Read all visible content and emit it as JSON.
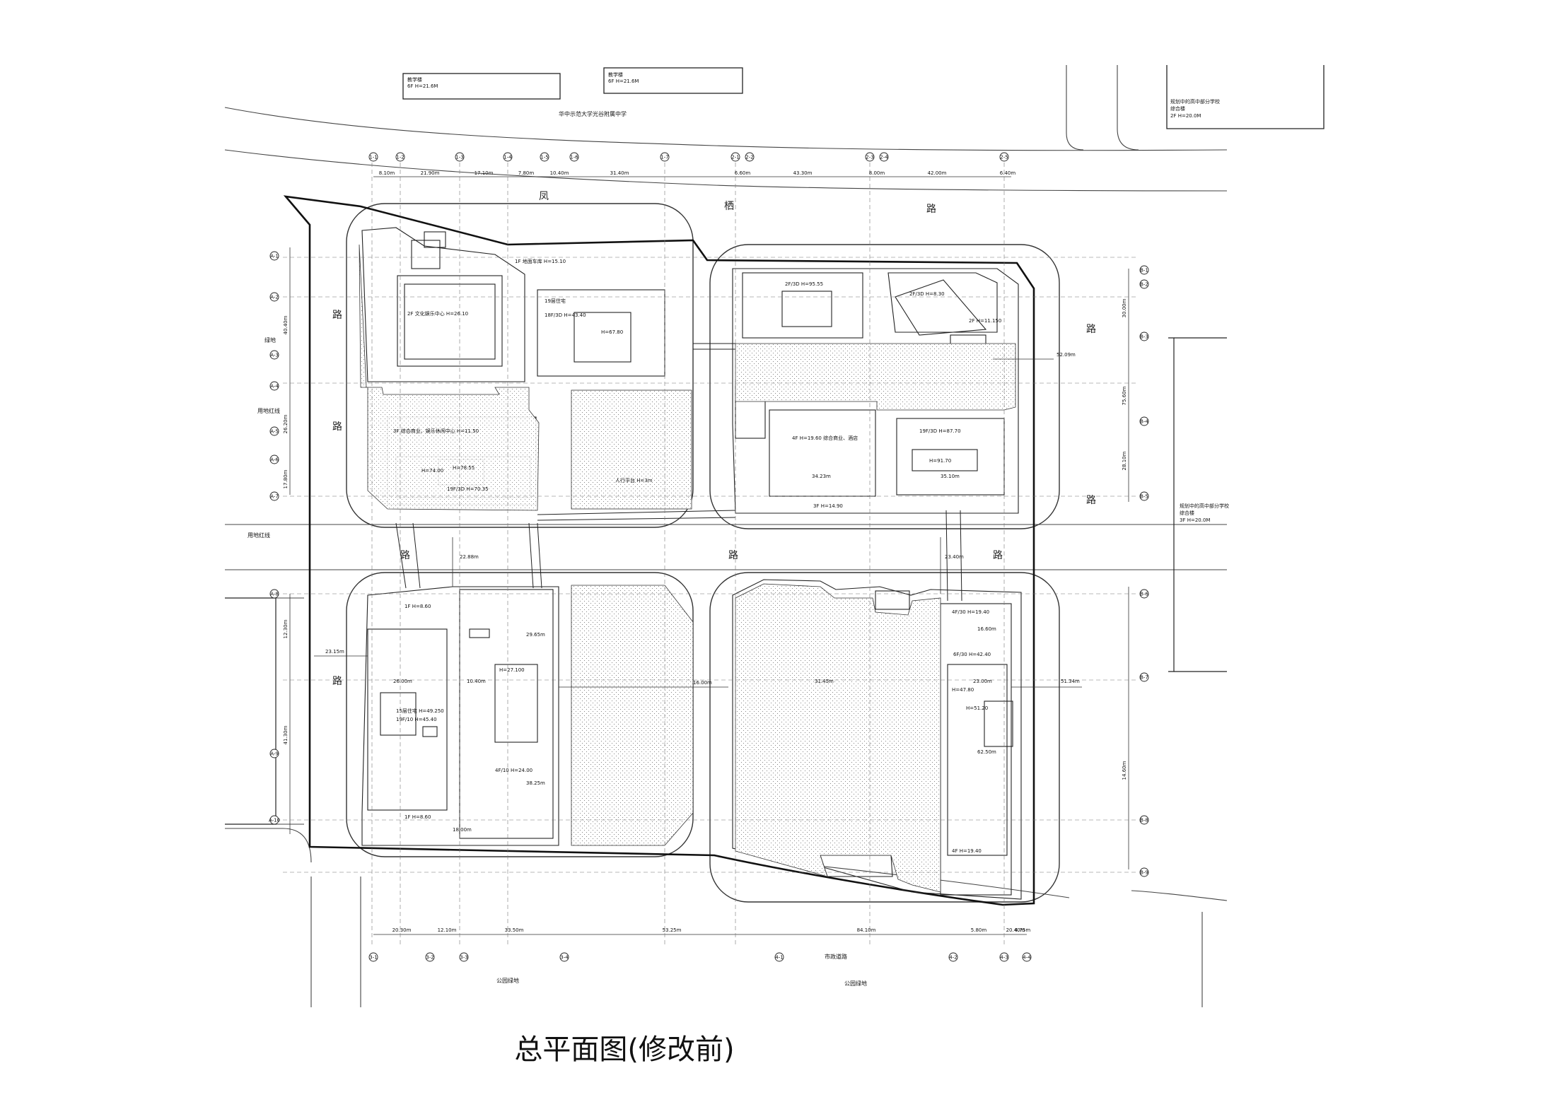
{
  "caption": "总平面图(修改前)",
  "title_blocks": {
    "north_left": {
      "line1": "教学楼",
      "line2": "6F H=21.6M"
    },
    "north_mid": {
      "line1": "教学楼",
      "line2": "6F H=21.6M"
    },
    "north_right": {
      "line1": "规划中的高中部分学校",
      "line2": "综合楼",
      "line3": "2F H=20.0M"
    }
  },
  "labels": {
    "school_name": "华中示范大学光谷附属中学",
    "road_chars": [
      "凤",
      "栖",
      "路",
      "路",
      "路",
      "路",
      "路",
      "路",
      "路",
      "路",
      "路"
    ],
    "west_green": "绿地",
    "west_green2": "用地红线",
    "red_line": "用地红线",
    "south_park_left": "公园绿地",
    "south_park_right": "公园绿地",
    "south_road": "市政道路",
    "east_school": "规划中的高中部分学校",
    "east_school2": "综合楼",
    "east_school3": "3F H=20.0M"
  },
  "blocks": {
    "nw": {
      "b1": "2F 文化娱乐中心  H=26.10",
      "b2": "1F 地面车库 H=15.10",
      "b3": "19层住宅",
      "b4": "18F/3D H=43.40",
      "b5": "H=67.80",
      "b6": "3F 综合商业、娱乐休闲中心 H=11.50",
      "b7": "19F/3D H=70.35",
      "b8": "H=74.00",
      "b9": "H=78.55",
      "b10": "人行平台 H=3m"
    },
    "ne": {
      "b1": "2F/3D H=95.55",
      "b2": "2F/3D H=8.30",
      "b3": "2F H=11.150",
      "b4": "4F H=19.60 综合商业、酒店",
      "b5": "19F/3D H=87.70",
      "b6": "H=91.70",
      "b7": "3F H=14.90",
      "b8": "34.23m",
      "b9": "35.10m"
    },
    "sw": {
      "b1": "1F H=8.60",
      "b2": "26.00m",
      "b3": "10.40m",
      "b4": "15层住宅 H=49.250",
      "b5": "19F/10 H=45.40",
      "b6": "H=27.100",
      "b7": "4F/10 H=24.00",
      "b8": "1F H=8.60",
      "b9": "29.65m",
      "b10": "38.25m",
      "b11": "18.00m"
    },
    "se": {
      "b1": "4F/30 H=19.40",
      "b2": "6F/30 H=42.40",
      "b3": "H=47.80",
      "b4": "H=51.20",
      "b5": "4F H=19.40",
      "b6": "31.45m",
      "b7": "23.00m",
      "b8": "62.50m",
      "b9": "16.60m",
      "b10": "51.34m"
    }
  },
  "dims_top": [
    "8.10m",
    "21.90m",
    "17.10m",
    "7.80m",
    "10.40m",
    "31.40m",
    "6.60m",
    "43.30m",
    "8.00m",
    "42.00m",
    "6.40m"
  ],
  "dims_bottom": [
    "20.30m",
    "12.10m",
    "33.50m",
    "53.25m",
    "84.10m",
    "5.80m",
    "20.40m",
    "4.75m"
  ],
  "dims_west": [
    "40.40m",
    "26.20m",
    "17.80m",
    "12.30m",
    "41.30m"
  ],
  "dims_east": [
    "30.00m",
    "75.60m",
    "28.10m",
    "14.60m"
  ],
  "grid_top": [
    "1-1",
    "1-2",
    "1-3",
    "1-4",
    "1-5",
    "1-6",
    "1-7",
    "2-1",
    "2-2",
    "2-3",
    "2-4",
    "2-5"
  ],
  "grid_bottom": [
    "3-1",
    "3-2",
    "3-3",
    "3-4",
    "4-1",
    "4-2",
    "4-3",
    "4-4"
  ],
  "grid_west": [
    "A-1",
    "A-2",
    "A-3",
    "A-4",
    "A-5",
    "A-6",
    "A-7",
    "A-8",
    "A-9",
    "A-10"
  ],
  "grid_east": [
    "B-1",
    "B-2",
    "B-3",
    "B-4",
    "B-5",
    "B-6",
    "B-7",
    "B-8",
    "B-9"
  ],
  "mid_dims": {
    "h1": "52.09m",
    "h2": "16.00m",
    "h3": "23.15m",
    "v1": "22.88m",
    "v2": "23.40m"
  }
}
